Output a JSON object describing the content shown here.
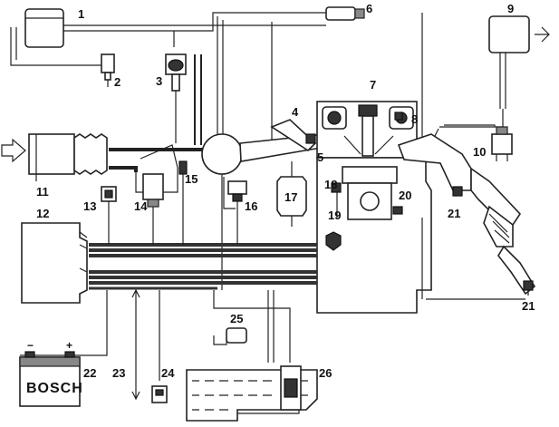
{
  "labels": {
    "c1": "1",
    "c2": "2",
    "c3": "3",
    "c4": "4",
    "c5": "5",
    "c6": "6",
    "c7": "7",
    "c8": "8",
    "c9": "9",
    "c10": "10",
    "c11": "11",
    "c12": "12",
    "c13": "13",
    "c14": "14",
    "c15": "15",
    "c16": "16",
    "c17": "17",
    "c18": "18",
    "c19": "19",
    "c20": "20",
    "c21a": "21",
    "c21b": "21",
    "c22": "22",
    "c23": "23",
    "c24": "24",
    "c25": "25",
    "c26": "26"
  },
  "battery": {
    "brand": "BOSCH",
    "minus": "−",
    "plus": "+"
  }
}
